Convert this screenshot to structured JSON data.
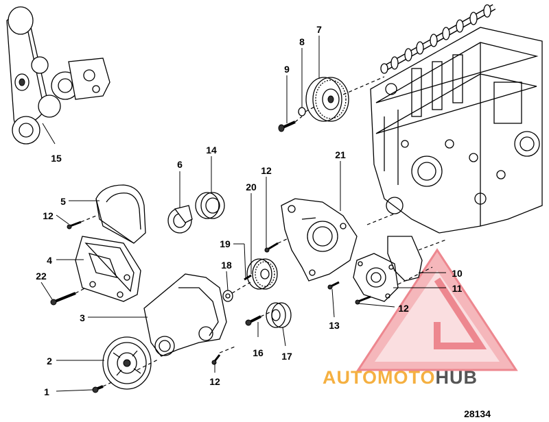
{
  "diagram": {
    "reference_number": "28134",
    "callouts": [
      {
        "id": "c1",
        "label": "1"
      },
      {
        "id": "c2",
        "label": "2"
      },
      {
        "id": "c3",
        "label": "3"
      },
      {
        "id": "c4",
        "label": "4"
      },
      {
        "id": "c5",
        "label": "5"
      },
      {
        "id": "c6",
        "label": "6"
      },
      {
        "id": "c7",
        "label": "7"
      },
      {
        "id": "c8",
        "label": "8"
      },
      {
        "id": "c9",
        "label": "9"
      },
      {
        "id": "c10",
        "label": "10"
      },
      {
        "id": "c11",
        "label": "11"
      },
      {
        "id": "c12a",
        "label": "12"
      },
      {
        "id": "c12b",
        "label": "12"
      },
      {
        "id": "c12c",
        "label": "12"
      },
      {
        "id": "c12d",
        "label": "12"
      },
      {
        "id": "c13",
        "label": "13"
      },
      {
        "id": "c14",
        "label": "14"
      },
      {
        "id": "c15",
        "label": "15"
      },
      {
        "id": "c16",
        "label": "16"
      },
      {
        "id": "c17",
        "label": "17"
      },
      {
        "id": "c18",
        "label": "18"
      },
      {
        "id": "c19",
        "label": "19"
      },
      {
        "id": "c20",
        "label": "20"
      },
      {
        "id": "c21",
        "label": "21"
      },
      {
        "id": "c22",
        "label": "22"
      }
    ]
  },
  "watermark": {
    "word_auto": "AUTO",
    "word_moto": "MOTO",
    "word_hub": "HUB",
    "colors": {
      "triangle": "#e8606a",
      "auto": "#f5b041",
      "moto": "#f5b041",
      "hub": "#555555"
    }
  }
}
